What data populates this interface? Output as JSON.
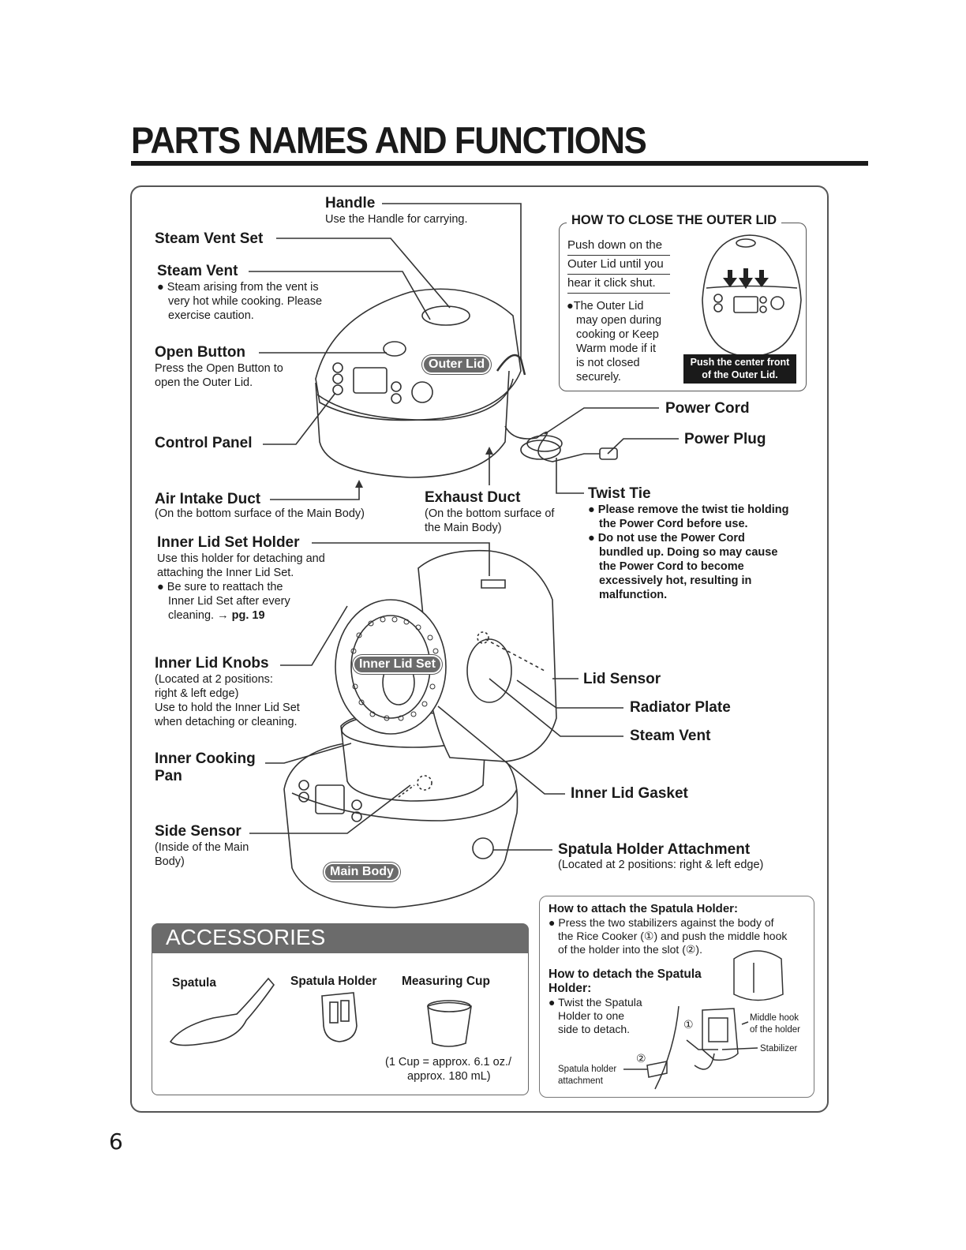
{
  "title": "PARTS NAMES AND FUNCTIONS",
  "page_number": "6",
  "labels": {
    "handle": "Handle",
    "handle_desc": "Use the Handle for carrying.",
    "steam_vent_set": "Steam Vent Set",
    "steam_vent": "Steam Vent",
    "steam_vent_desc": [
      "Steam arising from the vent is",
      "very hot while cooking. Please",
      "exercise caution."
    ],
    "open_button": "Open Button",
    "open_button_desc": [
      "Press the Open Button to",
      "open the Outer Lid."
    ],
    "control_panel": "Control Panel",
    "air_intake_duct": "Air Intake Duct",
    "air_intake_desc": "(On the bottom surface of the Main Body)",
    "exhaust_duct": "Exhaust Duct",
    "exhaust_desc": [
      "(On the bottom surface of",
      "the Main Body)"
    ],
    "power_cord": "Power Cord",
    "power_plug": "Power Plug",
    "twist_tie": "Twist Tie",
    "twist_tie_notes": [
      [
        "Please remove the twist tie holding",
        "the Power Cord before use."
      ],
      [
        "Do not use the Power Cord",
        "bundled up. Doing so may cause",
        "the Power Cord to become",
        "excessively hot, resulting in",
        "malfunction."
      ]
    ],
    "inner_lid_set_holder": "Inner Lid Set Holder",
    "inner_lid_set_holder_desc": [
      "Use this holder for detaching and",
      "attaching the Inner Lid Set."
    ],
    "inner_lid_set_holder_note": [
      "Be sure to reattach the",
      "Inner Lid Set after every",
      "cleaning."
    ],
    "inner_lid_set_holder_ref": "→ pg. 19",
    "inner_lid_knobs": "Inner Lid Knobs",
    "inner_lid_knobs_desc": [
      "(Located at 2 positions:",
      "right & left edge)",
      "Use to hold the Inner Lid Set",
      "when detaching or cleaning."
    ],
    "lid_sensor": "Lid Sensor",
    "radiator_plate": "Radiator Plate",
    "steam_vent_2": "Steam Vent",
    "inner_cooking_pan": [
      "Inner Cooking",
      "Pan"
    ],
    "inner_lid_gasket": "Inner Lid Gasket",
    "side_sensor": "Side Sensor",
    "side_sensor_desc": [
      "(Inside of the Main",
      "Body)"
    ],
    "spatula_holder_attachment": "Spatula Holder Attachment",
    "spatula_holder_attachment_desc": "(Located at 2 positions: right & left edge)"
  },
  "pills": {
    "outer_lid": "Outer Lid",
    "inner_lid_set": "Inner Lid Set",
    "main_body": "Main Body"
  },
  "close_outer_lid": {
    "title": "HOW TO CLOSE THE OUTER LID",
    "steps": [
      "Push down on the",
      "Outer Lid until you",
      "hear it click shut."
    ],
    "note": [
      "The Outer Lid",
      "may open during",
      "cooking or Keep",
      "Warm mode if it",
      "is not closed",
      "securely."
    ],
    "badge": [
      "Push the center front",
      "of the Outer Lid."
    ]
  },
  "accessories": {
    "heading": "ACCESSORIES",
    "spatula": "Spatula",
    "spatula_holder": "Spatula Holder",
    "measuring_cup": "Measuring Cup",
    "cup_note": [
      "(1 Cup = approx. 6.1 oz./",
      "approx. 180 mL)"
    ]
  },
  "spatula_holder_box": {
    "attach_title": "How to attach the Spatula Holder:",
    "attach_text": [
      "Press the two stabilizers against the body of",
      "the Rice Cooker (①) and push the middle hook",
      "of the holder into the slot (②)."
    ],
    "detach_title": [
      "How to detach the Spatula",
      "Holder:"
    ],
    "detach_text": [
      "Twist the Spatula",
      "Holder to one",
      "side to detach."
    ],
    "middle_hook": [
      "Middle hook",
      "of the holder"
    ],
    "stabilizer": "Stabilizer",
    "attachment": [
      "Spatula holder",
      "attachment"
    ],
    "marker_1": "①",
    "marker_2": "②"
  }
}
